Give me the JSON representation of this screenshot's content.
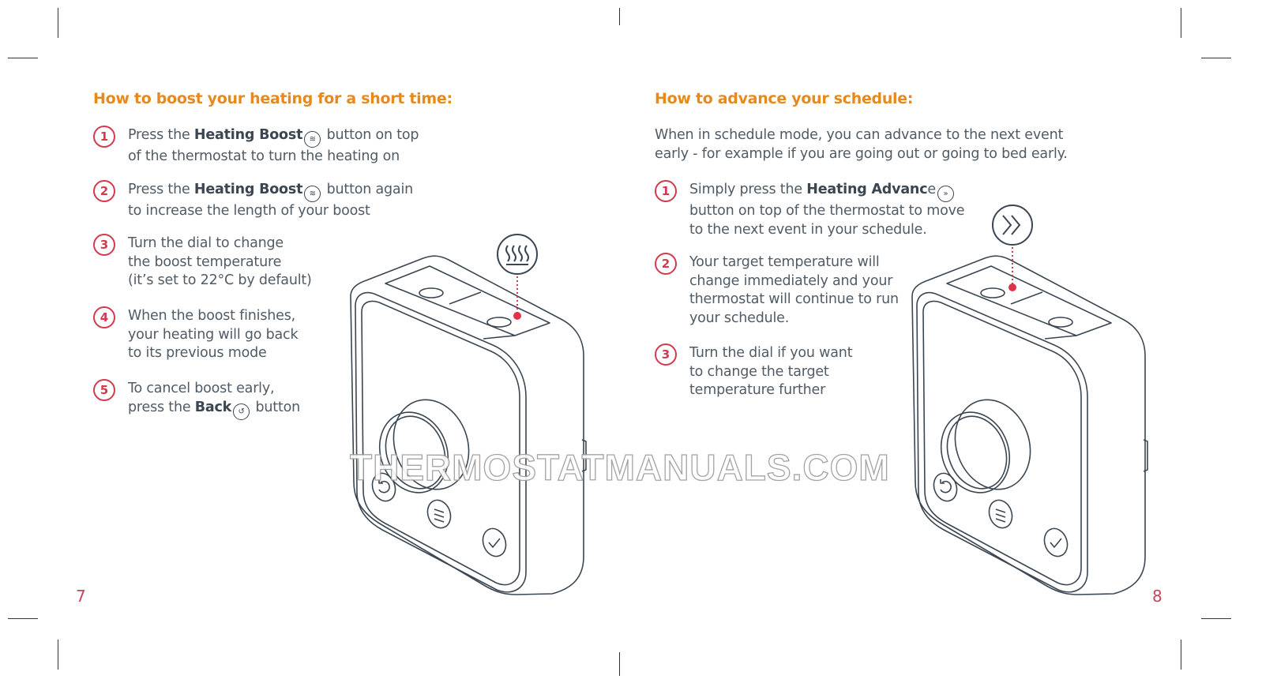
{
  "left_page": {
    "heading": "How to boost your heating for a short time:",
    "steps": [
      {
        "n": "1",
        "pre": "Press the ",
        "bold": "Heating Boost",
        "icon": "heat-icon",
        "post": " button on top",
        "line2": "of the thermostat to turn the heating on"
      },
      {
        "n": "2",
        "pre": "Press the ",
        "bold": "Heating Boost",
        "icon": "heat-icon",
        "post": " button again",
        "line2": "to increase the length of your boost"
      },
      {
        "n": "3",
        "lines": [
          "Turn the dial to change",
          "the boost temperature",
          "(it’s set to 22°C by default)"
        ]
      },
      {
        "n": "4",
        "lines": [
          "When the boost finishes,",
          "your heating will go back",
          "to its previous mode"
        ]
      },
      {
        "n": "5",
        "line1": "To cancel boost early,",
        "pre": "press the ",
        "bold": "Back",
        "icon": "back-icon",
        "post": " button"
      }
    ],
    "page_number": "7"
  },
  "right_page": {
    "heading": "How to advance your schedule:",
    "intro": [
      "When in schedule mode, you can advance to the next event",
      "early - for example if you are going out or going to bed early."
    ],
    "steps": [
      {
        "n": "1",
        "pre": "Simply press the ",
        "bold": "Heating Advanc",
        "post_plain": "e",
        "icon": "advance-icon",
        "lines": [
          "button on top of the thermostat to move",
          "to the next event in your schedule."
        ]
      },
      {
        "n": "2",
        "lines": [
          "Your target temperature will",
          "change immediately and your",
          "thermostat will continue to run",
          "your schedule."
        ]
      },
      {
        "n": "3",
        "lines": [
          "Turn the dial if you want",
          "to change the target",
          "temperature further"
        ]
      }
    ],
    "page_number": "8"
  },
  "watermark": "THERMOSTATMANUALS.COM",
  "colors": {
    "heading": "#e8891e",
    "accent": "#d23a4e",
    "text": "#505b66",
    "line": "#3a4652"
  }
}
